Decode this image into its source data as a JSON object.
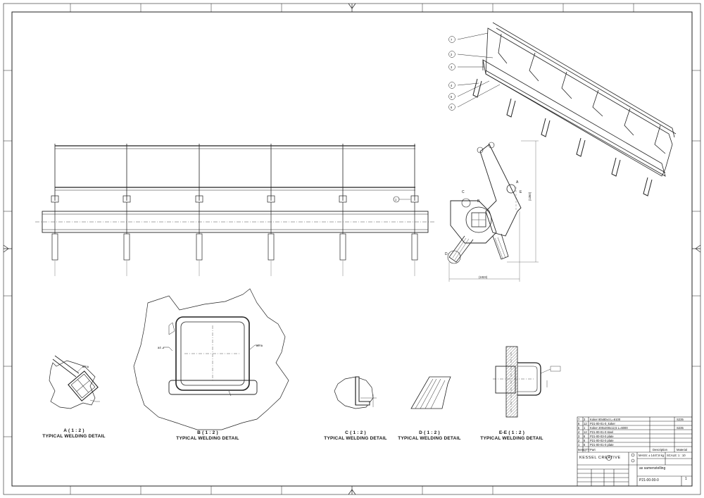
{
  "views": {
    "a": {
      "title": "A ( 1 : 2 )",
      "caption": "TYPICAL WELDING DETAIL"
    },
    "b": {
      "title": "B ( 1 : 2 )",
      "caption": "TYPICAL WELDING DETAIL"
    },
    "c": {
      "title": "C ( 1 : 2 )",
      "caption": "TYPICAL WELDING DETAIL"
    },
    "d": {
      "title": "D ( 1 : 2 )",
      "caption": "TYPICAL WELDING DETAIL"
    },
    "ee": {
      "title": "E-E ( 1 : 2 )",
      "caption": "TYPICAL WELDING DETAIL"
    }
  },
  "markers": {
    "a": "A",
    "b": "B",
    "c": "C",
    "d": "D",
    "e": "E"
  },
  "balloons": [
    "7",
    "2",
    "3",
    "4",
    "5",
    "6"
  ],
  "front_balloon": "1",
  "weld_note": "a4 ⊿",
  "dims": {
    "height": "(1350)",
    "width": "(1023)"
  },
  "bom": {
    "rows": [
      {
        "item": "7",
        "qty": "3",
        "part": "Koker 80x80x4 L=6100",
        "material": "S235"
      },
      {
        "item": "6",
        "qty": "12",
        "part": "P21-00-01-0_koker",
        "material": ""
      },
      {
        "item": "5",
        "qty": "1",
        "part": "Koker 200x200x12,5 L=6000",
        "material": "S235"
      },
      {
        "item": "4",
        "qty": "12",
        "part": "P21-00-01-0 steel",
        "material": ""
      },
      {
        "item": "3",
        "qty": "6",
        "part": "P21-00-03-0 plate",
        "material": ""
      },
      {
        "item": "2",
        "qty": "6",
        "part": "P21-00-02-0 plate",
        "material": ""
      },
      {
        "item": "1",
        "qty": "6",
        "part": "P21-00-01-0 plate",
        "material": ""
      }
    ],
    "headers": {
      "item": "Item",
      "qty": "QTY",
      "part": "Part",
      "description": "Description",
      "material": "Material"
    }
  },
  "title_block": {
    "company": "KESSEL CREATIVE",
    "mass": "MASS: ± 1447,8 kg",
    "scale": "SCALE: 1 : 10",
    "title": "as samenstelling",
    "drawing_number": "P21-00-00-0",
    "sheet": "1"
  }
}
